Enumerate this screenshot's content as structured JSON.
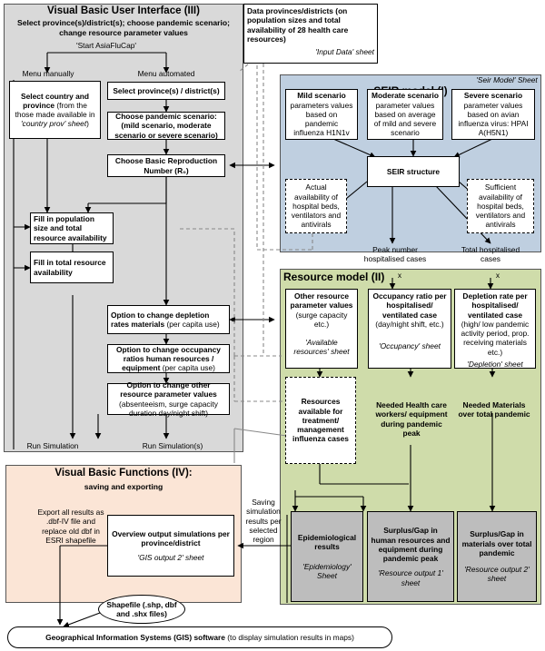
{
  "vbui": {
    "title": "Visual Basic User Interface (III)",
    "subtitle1": "Select province(s)/district(s); choose pandemic scenario;",
    "subtitle2": "change resource parameter values",
    "start": "'Start AsiaFluCap'",
    "menu_manual": "Menu manually",
    "menu_auto": "Menu automated",
    "select_country_bold": "Select country and province",
    "select_country_rest": "(from the those made available in",
    "select_country_sheet": "'country prov' sheet",
    "select_country_end": ")",
    "select_province": "Select province(s) / district(s)",
    "choose_scenario_bold": "Choose pandemic scenario:",
    "choose_scenario_rest": "(mild scenario, moderate scenario or severe scenario)",
    "choose_r0": "Choose Basic Reproduction Number (R₀)",
    "fill_population": "Fill in population size and total resource availability",
    "fill_resource": "Fill in total resource availability",
    "opt_depletion_bold": "Option to change depletion rates materials",
    "opt_depletion_rest": "(per capita use)",
    "opt_occupancy_bold": "Option to change occupancy ratios human resources / equipment",
    "opt_occupancy_rest": "(per capita use)",
    "opt_other_bold": "Option to change other resource parameter values",
    "opt_other_rest": "(absenteeism, surge capacity duration day/night shift)",
    "run_left": "Run Simulation",
    "run_right": "Run Simulation(s)"
  },
  "input_data": {
    "text": "Data provinces/districts (on population sizes and total availability of 28 health care resources)",
    "sheet": "'Input Data' sheet"
  },
  "seir": {
    "title": "SEIR model (I)",
    "sheet": "'Seir Model' Sheet",
    "mild_bold": "Mild scenario",
    "mild_rest": "parameters values based on pandemic influenza H1N1v",
    "moderate_bold": "Moderate scenario",
    "moderate_rest": "parameter values based on average of mild and severe scenario",
    "severe_bold": "Severe scenario",
    "severe_rest": "parameter values based on avian influenza virus: HPAI A(H5N1)",
    "structure": "SEIR structure",
    "actual": "Actual availability of hospital beds, ventilators and antivirals",
    "sufficient": "Sufficient availability of hospital beds, ventilators and antivirals",
    "peak": "Peak number hospitalised cases",
    "total": "Total hospitalised cases",
    "x": "x"
  },
  "resource": {
    "title": "Resource model (II)",
    "other_bold": "Other resource parameter values",
    "other_rest": "(surge capacity etc.)",
    "other_sheet": "'Available resources' sheet",
    "occupancy_bold": "Occupancy ratio per hospitalised/ ventilated case",
    "occupancy_rest": "(day/night shift, etc.)",
    "occupancy_sheet": "'Occupancy' sheet",
    "depletion_bold": "Depletion rate per hospitalised/ ventilated case",
    "depletion_rest": "(high/ low pandemic activity period, prop. receiving materials etc.)",
    "depletion_sheet": "'Depletion' sheet",
    "available": "Resources available for treatment/ management influenza cases",
    "needed_hcw": "Needed Health care workers/ equipment during pandemic peak",
    "needed_mat": "Needed Materials over total pandemic",
    "epi_bold": "Epidemiological results",
    "epi_sheet": "'Epidemiology' Sheet",
    "gap_human_bold": "Surplus/Gap in human resources and equipment during pandemic peak",
    "gap_human_sheet": "'Resource output 1' sheet",
    "gap_mat_bold": "Surplus/Gap in materials over total pandemic",
    "gap_mat_sheet": "'Resource output 2' sheet"
  },
  "vbf": {
    "title": "Visual Basic Functions (IV):",
    "subtitle": "saving and exporting",
    "export": "Export all results as .dbf-IV file and replace old dbf in ESRI shapefile",
    "overview_bold": "Overview output simulations per province/district",
    "overview_sheet": "'GIS output 2' sheet",
    "saving": "Saving simulation results per selected region"
  },
  "shapefile": "Shapefile (.shp, dbf and .shx files)",
  "gis_bold": "Geographical Information Systems (GIS) software",
  "gis_rest": "(to display simulation results in maps)",
  "colors": {
    "vbui_panel": "#d9d9d9",
    "seir_panel": "#bfcfe0",
    "resource_panel": "#cfdcaa",
    "vbf_panel": "#fbe5d6",
    "grey_box": "#bdbdbd"
  }
}
